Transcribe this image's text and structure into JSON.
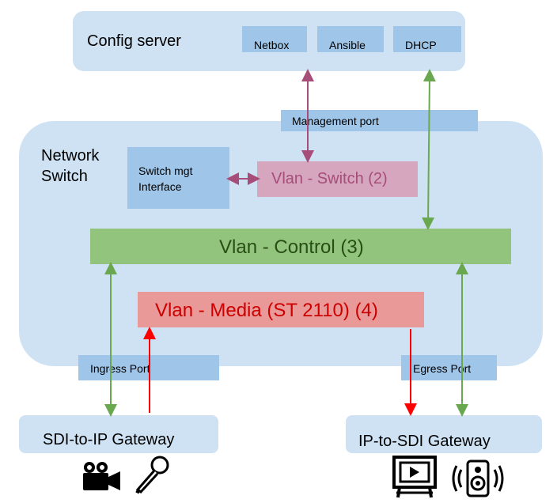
{
  "config_server": {
    "title": "Config server",
    "services": [
      "Netbox",
      "Ansible",
      "DHCP"
    ]
  },
  "network_switch": {
    "title_line1": "Network",
    "title_line2": "Switch",
    "mgmt_port": "Management port",
    "switch_mgt_line1": "Switch mgt",
    "switch_mgt_line2": "Interface",
    "vlan_switch": "Vlan - Switch (2)",
    "vlan_control": "Vlan - Control (3)",
    "vlan_media": "Vlan - Media (ST 2110) (4)",
    "ingress_port": "Ingress Port",
    "egress_port": "Egress Port"
  },
  "gateways": {
    "sdi_to_ip": "SDI-to-IP Gateway",
    "ip_to_sdi": "IP-to-SDI Gateway"
  },
  "icons": [
    "video-camera-icon",
    "microphone-icon",
    "monitor-icon",
    "speaker-icon"
  ],
  "colors": {
    "container_blue": "#cfe2f3",
    "box_blue": "#9fc5e8",
    "vlan_switch_bg": "#d5a6bd",
    "vlan_switch_text": "#a64d79",
    "vlan_control_bg": "#93c47d",
    "vlan_control_text": "#274e13",
    "vlan_media_bg": "#ea9999",
    "vlan_media_text": "#cc0000",
    "arrow_purple": "#a64d79",
    "arrow_green": "#6aa84f",
    "arrow_red": "#ff0000"
  }
}
